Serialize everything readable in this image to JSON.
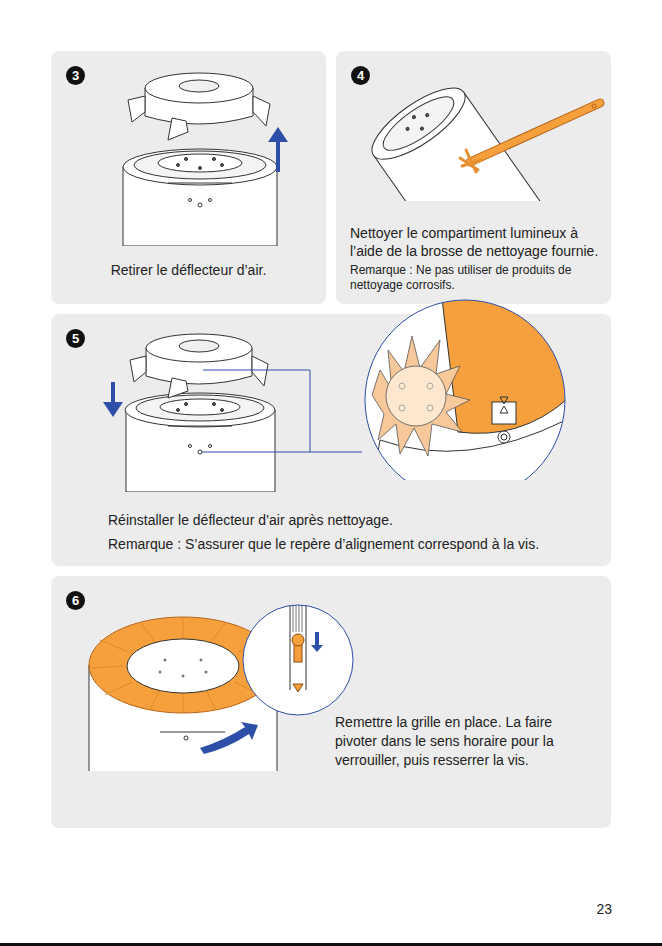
{
  "diagram": {
    "nodes": [
      {
        "text": [
          "Retirer le déflecteur d’air."
        ]
      },
      {
        "text": [
          "3"
        ],
        "in": 0
      },
      {
        "text": [
          "Nettoyer le compartiment lumineux à l’aide de la brosse de nettoyage fournie.",
          "Remarque : Ne pas utiliser de produits de nettoyage corrosifs."
        ]
      },
      {
        "text": [
          "4"
        ],
        "in": 2
      },
      {
        "text": [
          "Réinstaller le déflecteur d’air après nettoyage.",
          "Remarque : S’assurer que le repère d’alignement correspond à la vis."
        ]
      },
      {
        "text": [
          "5"
        ],
        "in": 4
      },
      {
        "text": [
          "Remettre la grille en place. La faire pivoter dans le sens horaire pour la verrouiller, puis resserrer la vis."
        ]
      },
      {
        "text": [
          "6"
        ],
        "in": 6
      }
    ],
    "edges": [],
    "labels": [
      "23"
    ]
  }
}
